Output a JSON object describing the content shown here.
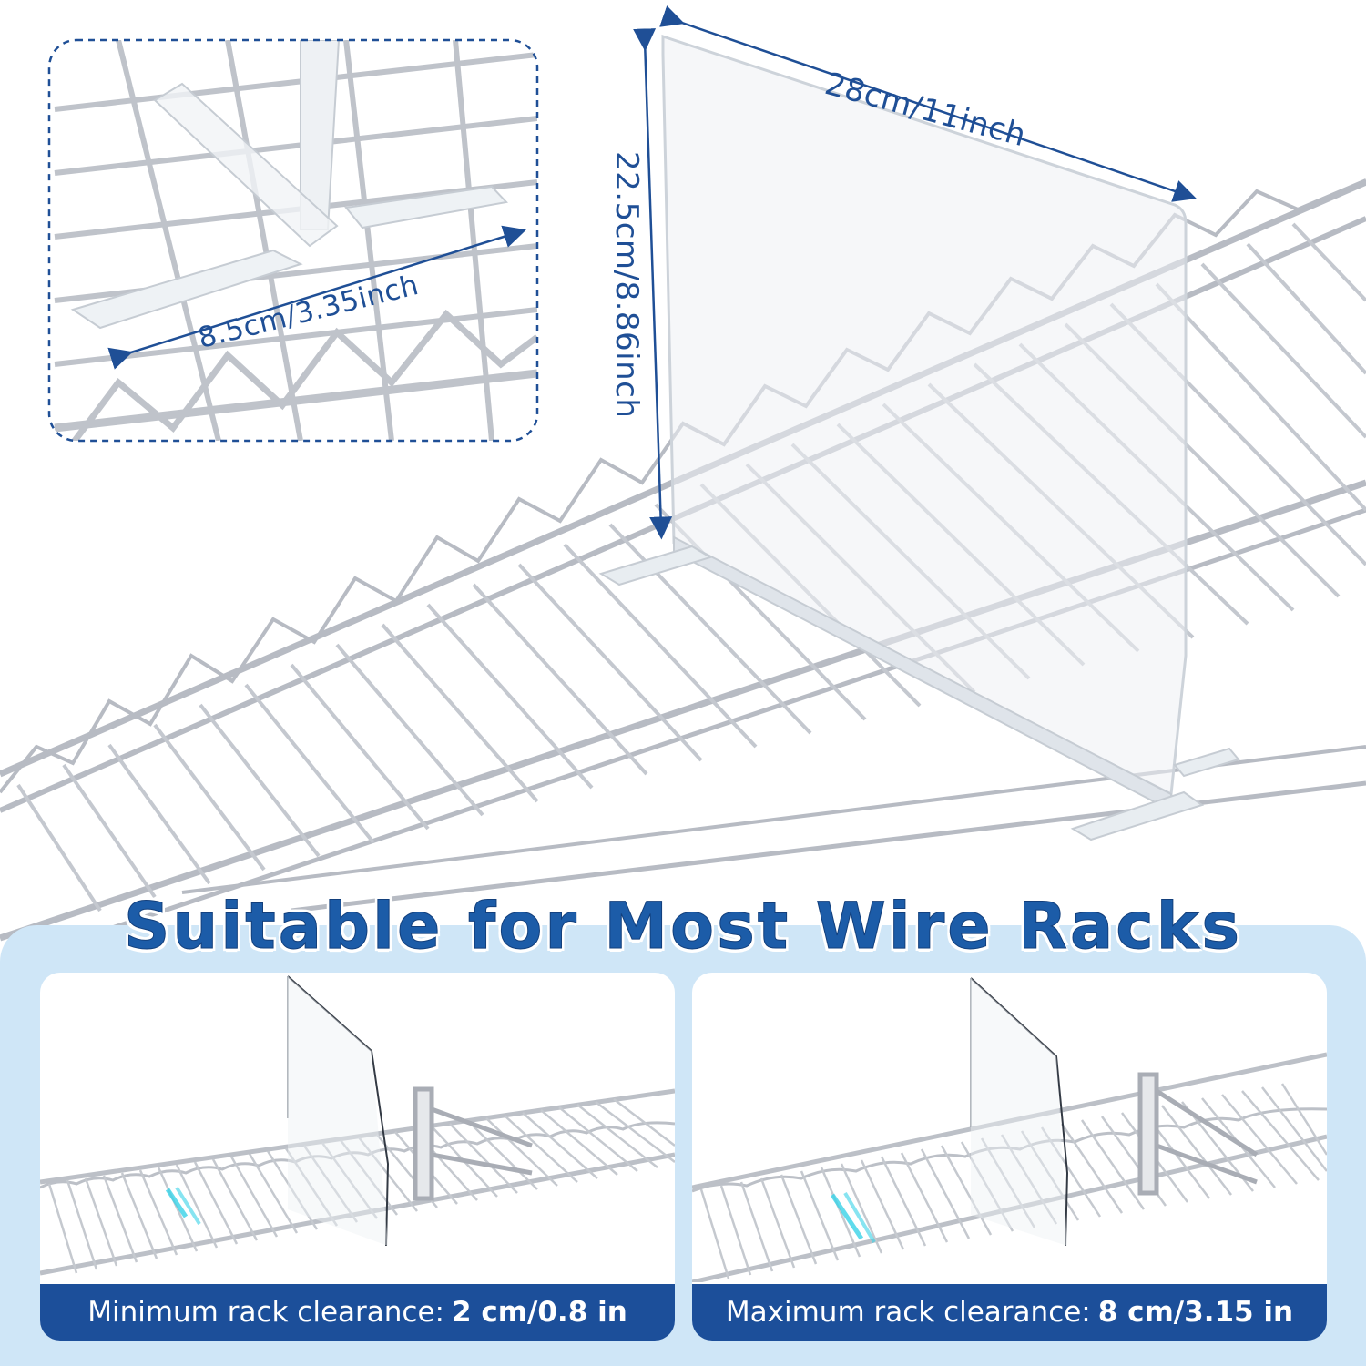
{
  "dimensions": {
    "width": "28cm/11inch",
    "height": "22.5cm/8.86inch",
    "base": "8.5cm/3.35inch"
  },
  "headline": "Suitable for Most Wire Racks",
  "clearance": {
    "min_label": "Minimum rack clearance:",
    "min_value": "2 cm/0.8 in",
    "max_label": "Maximum rack clearance:",
    "max_value": "8 cm/3.15 in"
  },
  "colors": {
    "accent": "#1c4f9a",
    "panel": "#cfe6f7",
    "wire": "#b8bcc4"
  }
}
